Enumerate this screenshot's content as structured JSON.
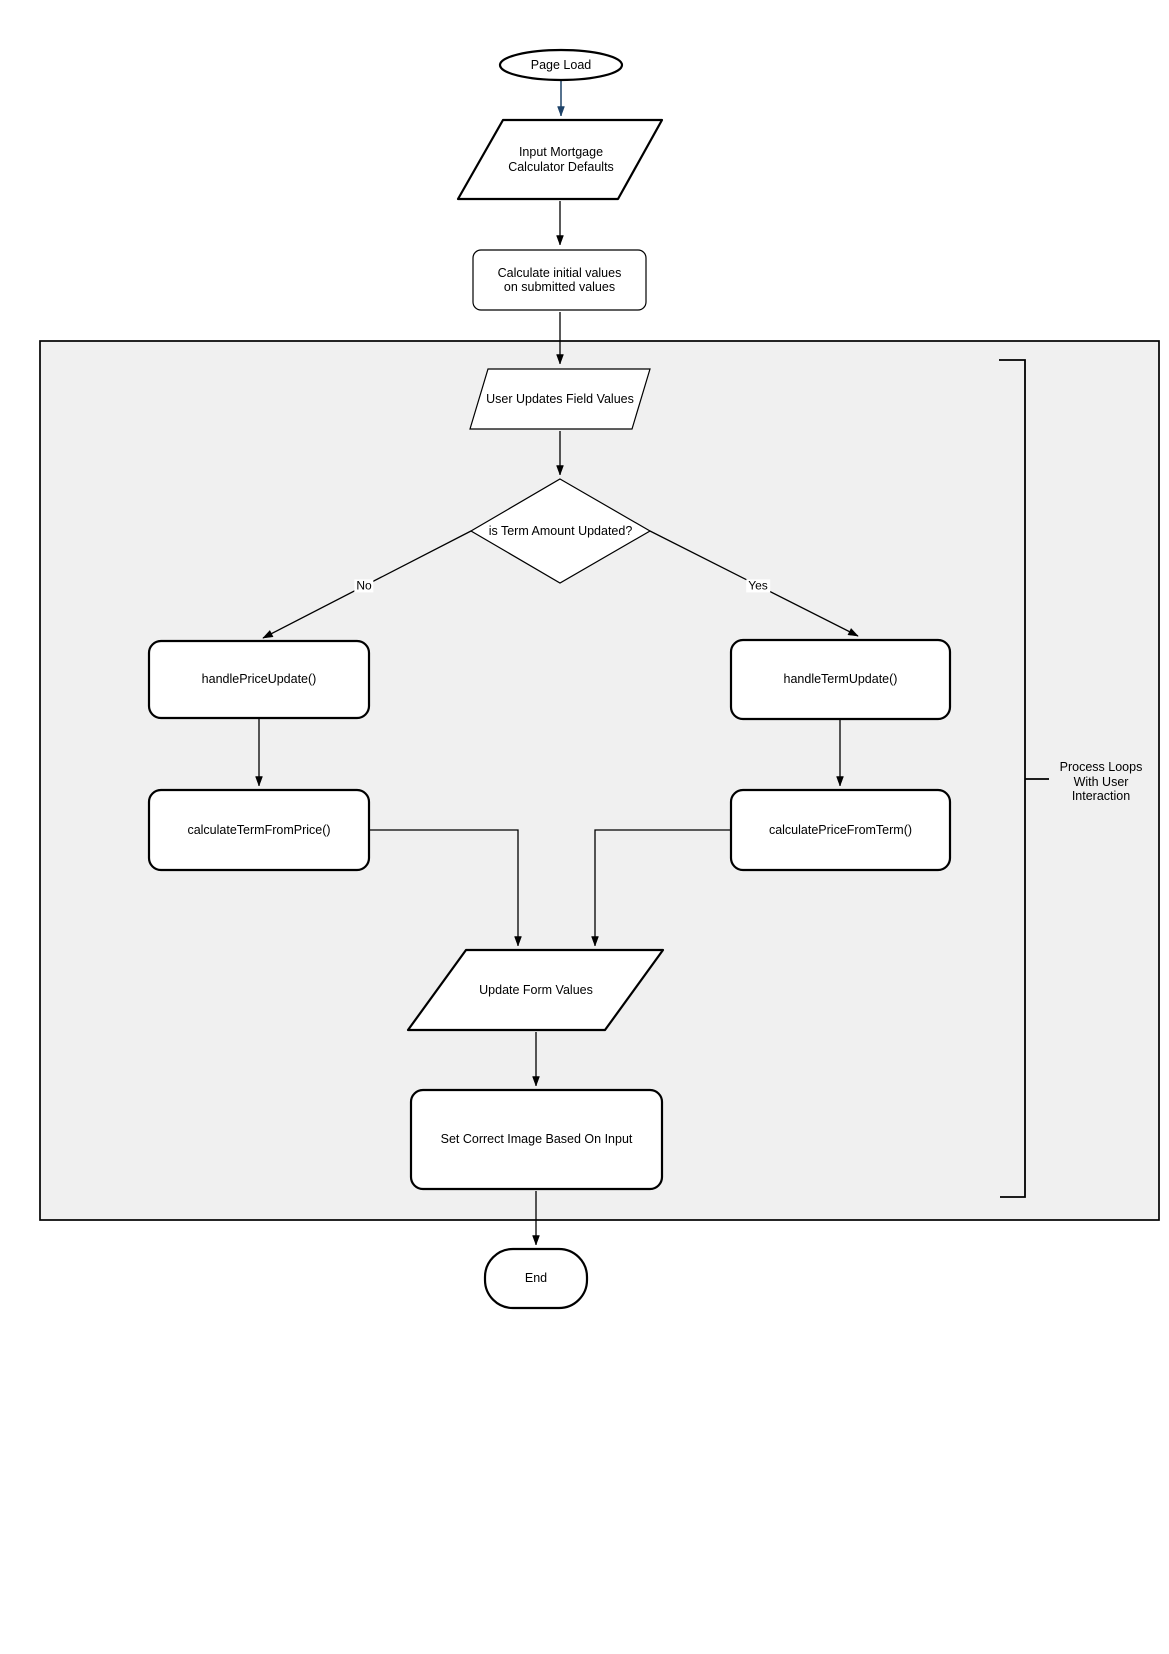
{
  "diagram": {
    "nodes": {
      "page_load": {
        "label": "Page Load",
        "type": "terminator"
      },
      "input_defaults": {
        "label": "Input Mortgage\nCalculator Defaults",
        "type": "data"
      },
      "calc_initial": {
        "label": "Calculate initial values\non submitted values",
        "type": "process"
      },
      "user_updates": {
        "label": "User Updates Field Values",
        "type": "data"
      },
      "decision": {
        "label": "is Term Amount Updated?",
        "type": "decision"
      },
      "handle_price": {
        "label": "handlePriceUpdate()",
        "type": "process"
      },
      "handle_term": {
        "label": "handleTermUpdate()",
        "type": "process"
      },
      "calc_term": {
        "label": "calculateTermFromPrice()",
        "type": "process"
      },
      "calc_price": {
        "label": "calculatePriceFromTerm()",
        "type": "process"
      },
      "update_form": {
        "label": "Update Form Values",
        "type": "data"
      },
      "set_image": {
        "label": "Set Correct Image Based On Input",
        "type": "process"
      },
      "end": {
        "label": "End",
        "type": "terminator"
      }
    },
    "edges": {
      "no_label": "No",
      "yes_label": "Yes"
    },
    "annotations": {
      "process_loop_label": "Process Loops\nWith User\nInteraction"
    },
    "colors": {
      "start_arrow": "#1d4268",
      "edge": "#000000",
      "shape_stroke": "#000000",
      "shape_fill": "#ffffff",
      "group_fill": "#f0f0f0",
      "text": "#000000"
    }
  }
}
